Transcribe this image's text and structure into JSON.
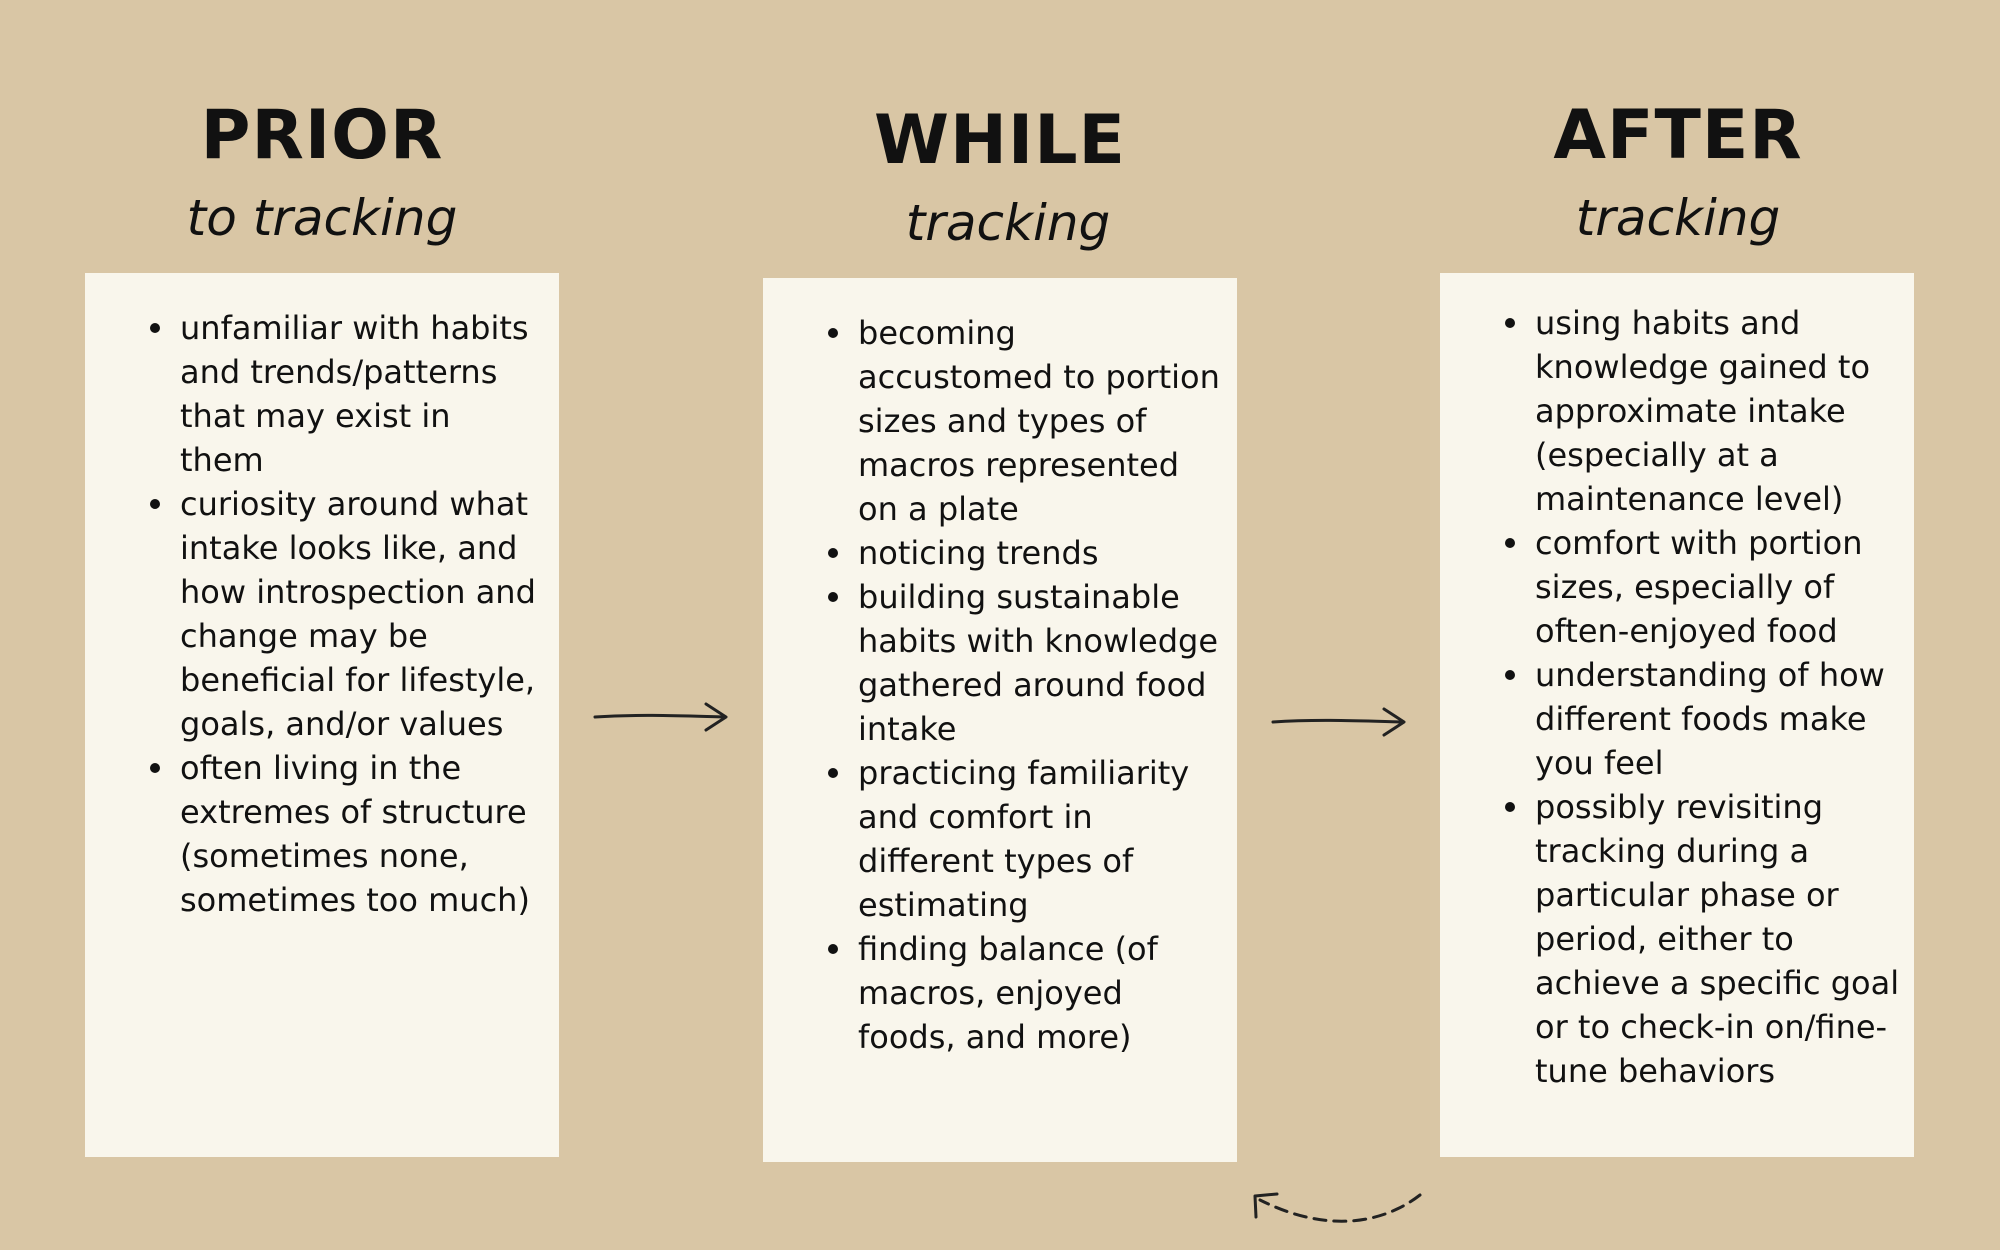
{
  "columns": [
    {
      "title": "PRIOR",
      "subtitle": "to tracking",
      "items": [
        "unfamiliar with habits and trends/patterns that may exist in them",
        "curiosity around what intake looks like, and how introspection and change may be beneficial for lifestyle, goals, and/or values",
        "often living in the extremes of structure (sometimes none, sometimes too much)"
      ]
    },
    {
      "title": "WHILE",
      "subtitle": "tracking",
      "items": [
        "becoming accustomed to portion sizes and types of macros represented on a plate",
        "noticing trends",
        "building sustainable habits with knowledge gathered around food intake",
        "practicing familiarity and comfort in different types of estimating",
        "finding balance (of macros, enjoyed foods, and more)"
      ]
    },
    {
      "title": "AFTER",
      "subtitle": "tracking",
      "items": [
        "using habits and knowledge gained to approximate intake (especially at a maintenance level)",
        "comfort with portion sizes, especially of often-enjoyed food",
        "understanding of how different foods make you feel",
        "possibly revisiting tracking during a particular phase or period, either to achieve a specific goal or to check-in on/fine-tune behaviors"
      ]
    }
  ],
  "colors": {
    "background": "#d9c6a5",
    "card": "#f9f6ec",
    "text": "#111111",
    "arrow": "#222222"
  }
}
